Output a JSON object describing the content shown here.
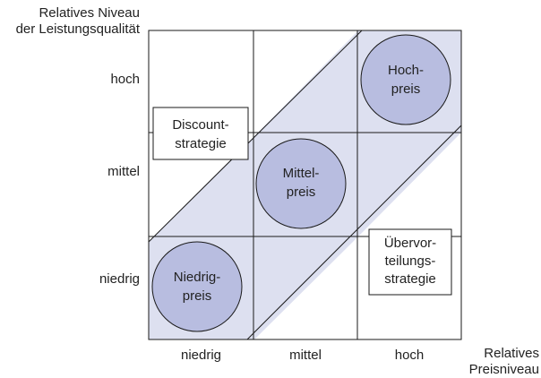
{
  "axes": {
    "y_title_line1": "Relatives Niveau",
    "y_title_line2": "der Leistungsqualität",
    "x_title_line1": "Relatives",
    "x_title_line2": "Preisniveau",
    "y_ticks": [
      "hoch",
      "mittel",
      "niedrig"
    ],
    "x_ticks": [
      "niedrig",
      "mittel",
      "hoch"
    ]
  },
  "strategies": {
    "hochpreis": [
      "Hoch-",
      "preis"
    ],
    "mittelpreis": [
      "Mittel-",
      "preis"
    ],
    "niedrigpreis": [
      "Niedrig-",
      "preis"
    ],
    "discount": [
      "Discount-",
      "strategie"
    ],
    "uebervorteilung": [
      "Übervor-",
      "teilungs-",
      "strategie"
    ]
  },
  "colors": {
    "band_fill": "#dde0f0",
    "circle_fill": "#b8bde0",
    "line": "#1a1a1a"
  }
}
